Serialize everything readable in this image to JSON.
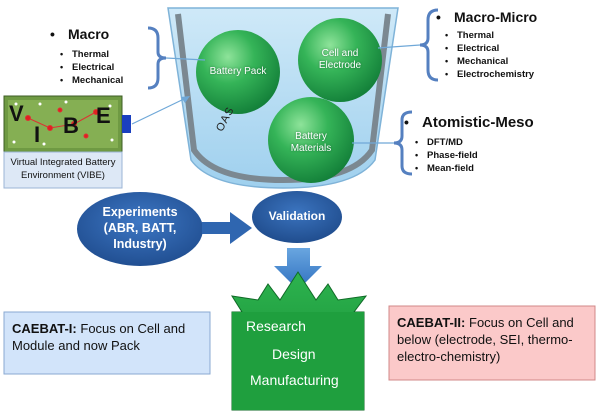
{
  "funnel": {
    "label_oas": "OAS",
    "spheres": {
      "battery_pack": "Battery Pack",
      "cell_electrode": "Cell and Electrode",
      "battery_materials": "Battery Materials"
    }
  },
  "macro": {
    "title": "Macro",
    "items": [
      "Thermal",
      "Electrical",
      "Mechanical"
    ]
  },
  "macro_micro": {
    "title": "Macro-Micro",
    "items": [
      "Thermal",
      "Electrical",
      "Mechanical",
      "Electrochemistry"
    ]
  },
  "atomistic": {
    "title": "Atomistic-Meso",
    "items": [
      "DFT/MD",
      "Phase-field",
      "Mean-field"
    ]
  },
  "vibe": {
    "logo_letters": [
      "V",
      "I",
      "B",
      "E"
    ],
    "caption_line1": "Virtual Integrated Battery",
    "caption_line2": "Environment (VIBE)"
  },
  "experiments": {
    "line1": "Experiments",
    "line2": "(ABR, BATT,",
    "line3": "Industry)"
  },
  "validation": {
    "label": "Validation"
  },
  "outcome": {
    "line1": "Research",
    "line2": "Design",
    "line3": "Manufacturing"
  },
  "caebat1": {
    "bold": "CAEBAT-I:",
    "text": "Focus on Cell and Module and now Pack"
  },
  "caebat2": {
    "bold": "CAEBAT-II:",
    "text": "Focus on Cell and below (electrode, SEI, thermo-electro-chemistry)"
  },
  "colors": {
    "sphere_green": "#2ea94f",
    "funnel_blue": "#a9d7f0",
    "experiments_blue": "#2b5fa6",
    "outcome_green": "#1f9f3e",
    "caebat1_bg": "#d2e4fa",
    "caebat2_bg": "#fbc9c9"
  }
}
